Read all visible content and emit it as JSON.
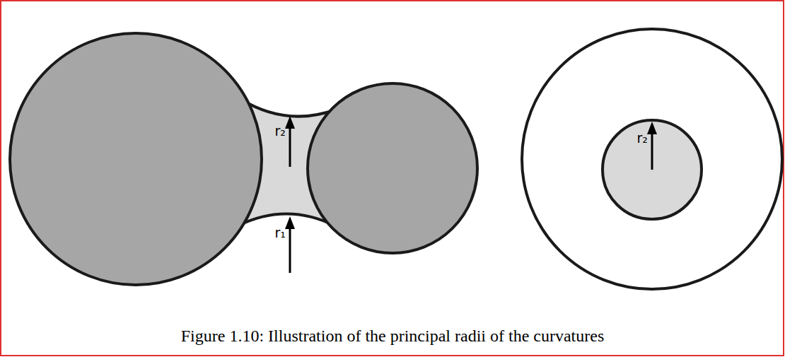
{
  "diagram": {
    "caption": "Figure 1.10:  Illustration of the principal radii of the curvatures",
    "labels": [
      "r₂",
      "r₁",
      "r₂"
    ]
  }
}
